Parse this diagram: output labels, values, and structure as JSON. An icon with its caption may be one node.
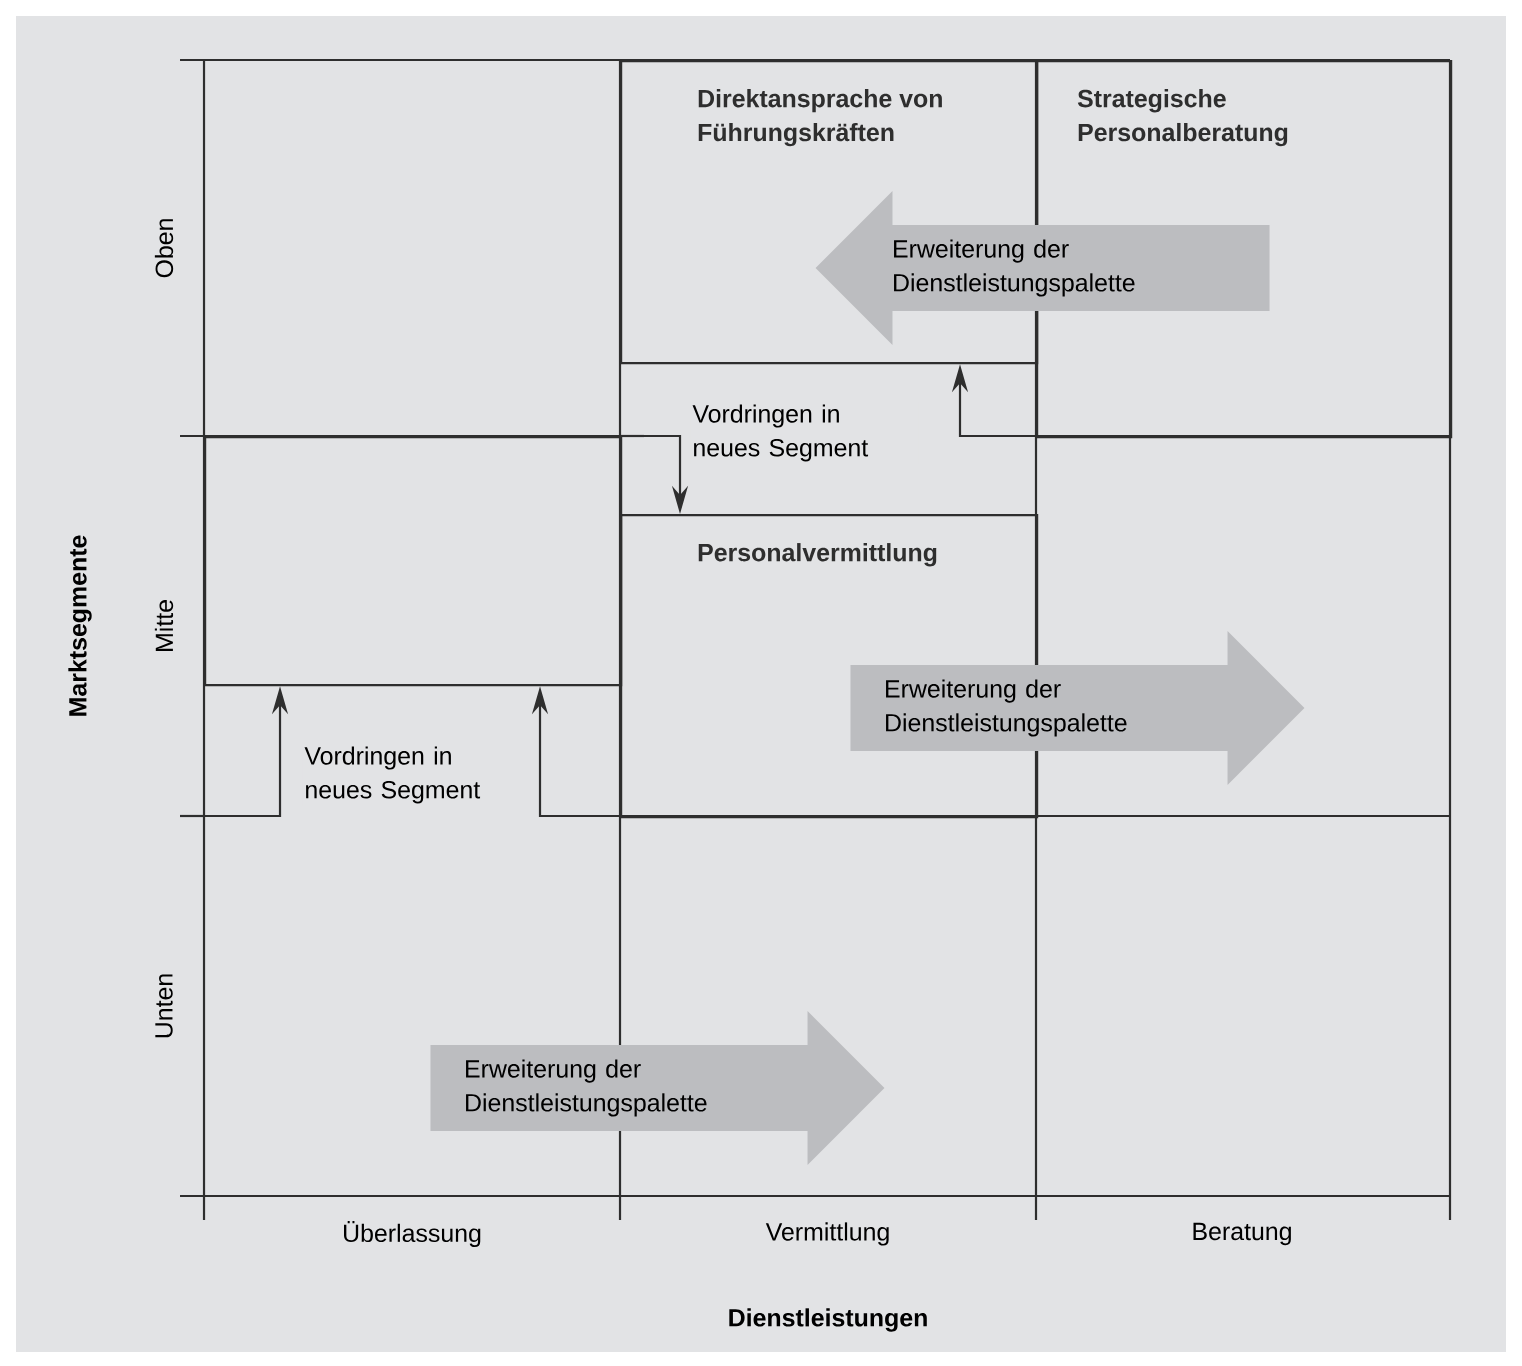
{
  "diagram": {
    "nodes": [
      {
        "text": [
          "Direktansprache von Führungskräften"
        ]
      },
      {
        "text": [
          "Strategische Personalberatung"
        ]
      },
      {
        "text": [
          "Erweiterung der Dienstleistungspalette"
        ]
      },
      {
        "text": [
          "Personalvermittlung"
        ]
      },
      {
        "text": [
          "Erweiterung der Dienstleistungspalette"
        ]
      },
      {
        "text": [],
        "shape": "box"
      },
      {
        "text": [
          "Erweiterung der Dienstleistungspalette"
        ]
      }
    ],
    "edges": [
      {
        "from": null,
        "to": 0,
        "arrow": "to"
      },
      {
        "from": null,
        "to": 3,
        "arrow": "to",
        "label": "Vordringen in neues Segment"
      },
      {
        "from": null,
        "to": 5,
        "arrow": "to",
        "label": "Vordringen in neues Segment"
      },
      {
        "from": null,
        "to": 5,
        "arrow": "to"
      }
    ],
    "labels": [
      "Oben",
      "Mitte",
      "Unten",
      "Marktsegmente",
      "Überlassung",
      "Vermittlung",
      "Beratung",
      "Dienstleistungen"
    ]
  }
}
